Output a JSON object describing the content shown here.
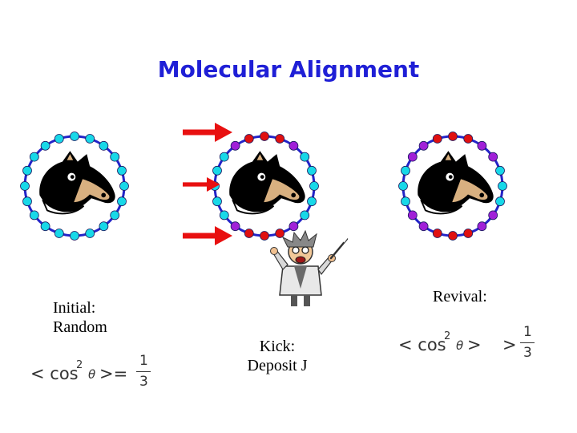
{
  "title": "Molecular Alignment",
  "initial": {
    "line1": "Initial:",
    "line2": "Random",
    "relation": ">="
  },
  "kick": {
    "line1": "Kick:",
    "line2": "Deposit J"
  },
  "revival": {
    "label": "Revival:",
    "relation": ">"
  },
  "formula": {
    "lhs": "< cos",
    "exp": "2",
    "theta": "θ",
    "rhs": ">",
    "num": "1",
    "den": "3"
  },
  "colors": {
    "title": "#1f1fd6",
    "ring": "#2323c8",
    "cyan_dot": "#18d8e8",
    "purple_dot": "#a020d8",
    "red_dot": "#e01010",
    "arrow": "#e81010"
  },
  "icons": [
    "horse-head-icon",
    "scientist-cartoon-icon",
    "red-arrow-icon"
  ]
}
